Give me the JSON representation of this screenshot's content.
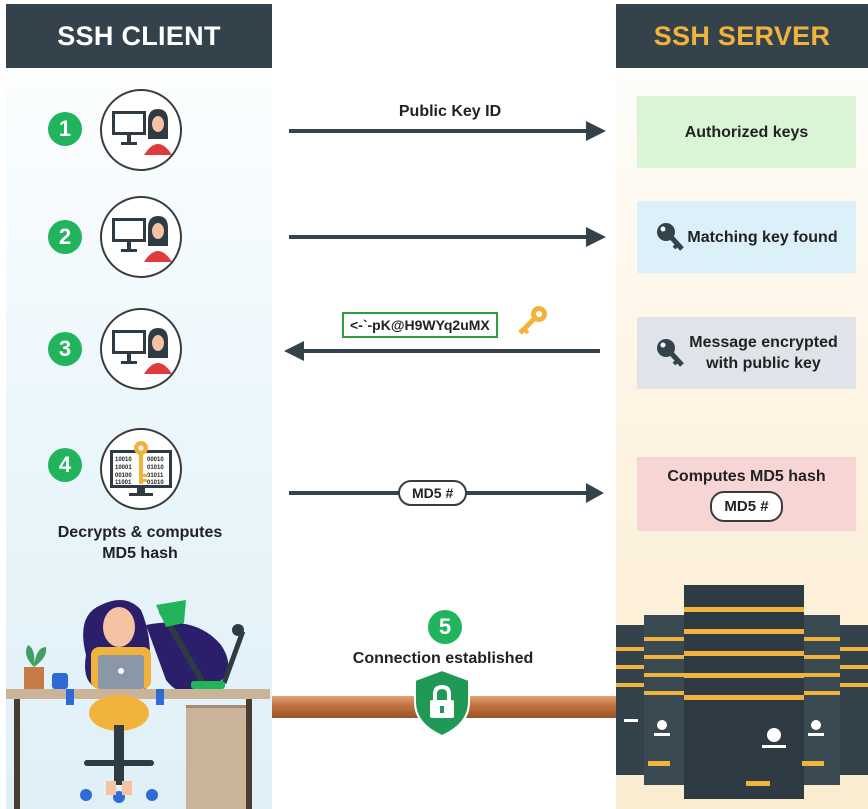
{
  "client_header": "SSH CLIENT",
  "server_header": "SSH SERVER",
  "steps": [
    {
      "number": "1",
      "arrow_label": "Public Key ID",
      "server_box": "Authorized keys"
    },
    {
      "number": "2",
      "server_box": "Matching key found"
    },
    {
      "number": "3",
      "ciphertext": "<-`-pK@H9WYq2uMX",
      "server_box_line1": "Message encrypted",
      "server_box_line2": "with public key"
    },
    {
      "number": "4",
      "client_caption_line1": "Decrypts & computes",
      "client_caption_line2": "MD5 hash",
      "arrow_pill": "MD5 #",
      "server_box_title": "Computes MD5 hash",
      "server_pill": "MD5 #",
      "screen_binary": [
        "10010",
        "00010",
        "10001",
        "01010",
        "00100",
        "01011",
        "11001",
        "01010"
      ]
    },
    {
      "number": "5",
      "label": "Connection established"
    }
  ],
  "colors": {
    "header_bg": "#34434b",
    "client_header_text": "#ffffff",
    "server_header_text": "#f2b33d",
    "badge": "#21b45c",
    "arrow": "#34434b",
    "box_authorized": "#d9f5d6",
    "box_matching": "#dcf0fa",
    "box_encrypted": "#e0e4ea",
    "box_md5": "#f8d5d5",
    "cable": "#c87a45",
    "shield": "#219956",
    "key": "#f2b33d"
  }
}
